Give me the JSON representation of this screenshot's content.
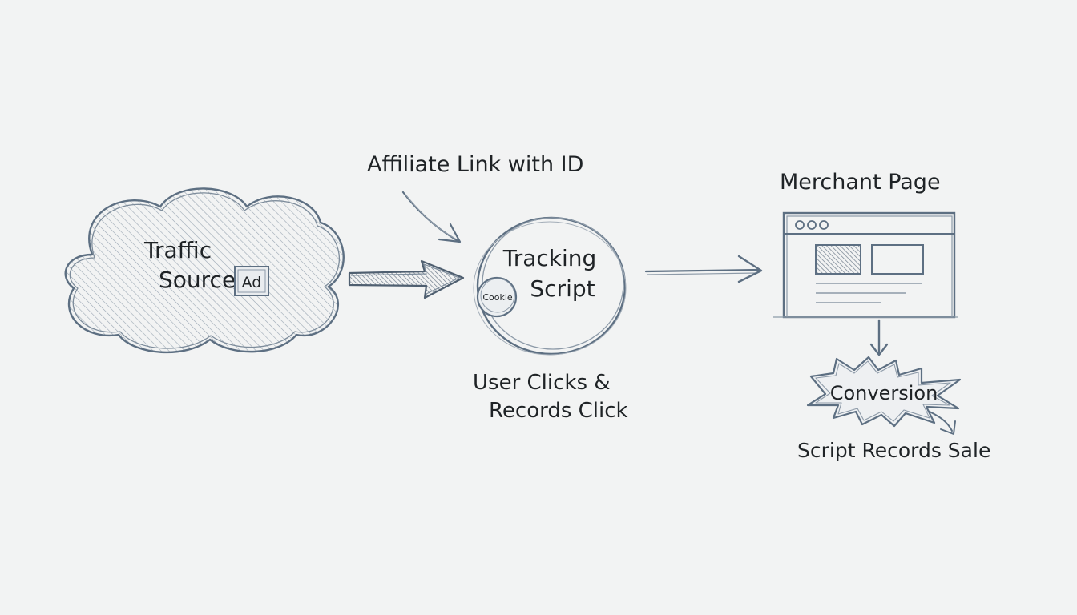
{
  "colors": {
    "background": "#f2f3f3",
    "ink": "#1f2326",
    "pencil": "#5d6f82",
    "pencil_light": "#8d9aa8",
    "hatch": "#9aa6b3"
  },
  "nodes": {
    "traffic_source": {
      "line1": "Traffic",
      "line2": "Source",
      "badge": "Ad",
      "icon": "cloud-icon"
    },
    "tracking_script": {
      "line1": "Tracking",
      "line2": "Script",
      "badge": "Cookie",
      "icon": "circle-icon"
    },
    "merchant_page": {
      "title": "Merchant Page",
      "icon": "browser-window-icon"
    },
    "conversion": {
      "label": "Conversion",
      "icon": "starburst-icon"
    }
  },
  "edges": {
    "affiliate_link": {
      "label": "Affiliate Link with ID",
      "icon": "curved-arrow-icon"
    },
    "click": {
      "line1": "User Clicks &",
      "line2": "Records Click",
      "icon": "thick-arrow-icon"
    },
    "to_merchant": {
      "icon": "arrow-right-icon"
    },
    "to_conversion": {
      "icon": "arrow-down-icon"
    },
    "sale": {
      "label": "Script Records Sale",
      "icon": "small-arrow-icon"
    }
  }
}
